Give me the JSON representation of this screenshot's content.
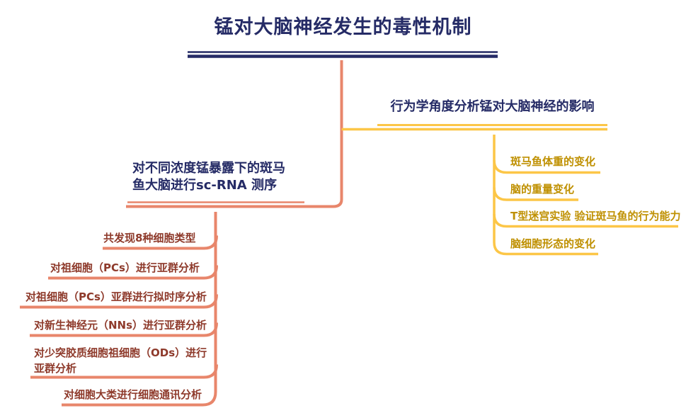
{
  "colors": {
    "navy": "#252b66",
    "salmon": "#e8866b",
    "yellow": "#fcc647",
    "gold_text": "#bf9000",
    "maroon_text": "#8e3a2b",
    "background": "#ffffff"
  },
  "root": {
    "label": "锰对大脑神经发生的毒性机制"
  },
  "branches": [
    {
      "id": "behavior",
      "label": "行为学角度分析锰对大脑神经的影响",
      "children": [
        "斑马鱼体重的变化",
        "脑的重量变化",
        "T型迷宫实验 验证斑马鱼的行为能力",
        "脑细胞形态的变化"
      ]
    },
    {
      "id": "scrna",
      "label": "对不同浓度锰暴露下的斑马鱼大脑进行sc-RNA 测序",
      "children": [
        "共发现8种细胞类型",
        "对祖细胞（PCs）进行亚群分析",
        "对祖细胞（PCs）亚群进行拟时序分析",
        "对新生神经元（NNs）进行亚群分析",
        "对少突胶质细胞祖细胞（ODs）进行亚群分析",
        "对细胞大类进行细胞通讯分析"
      ]
    }
  ]
}
